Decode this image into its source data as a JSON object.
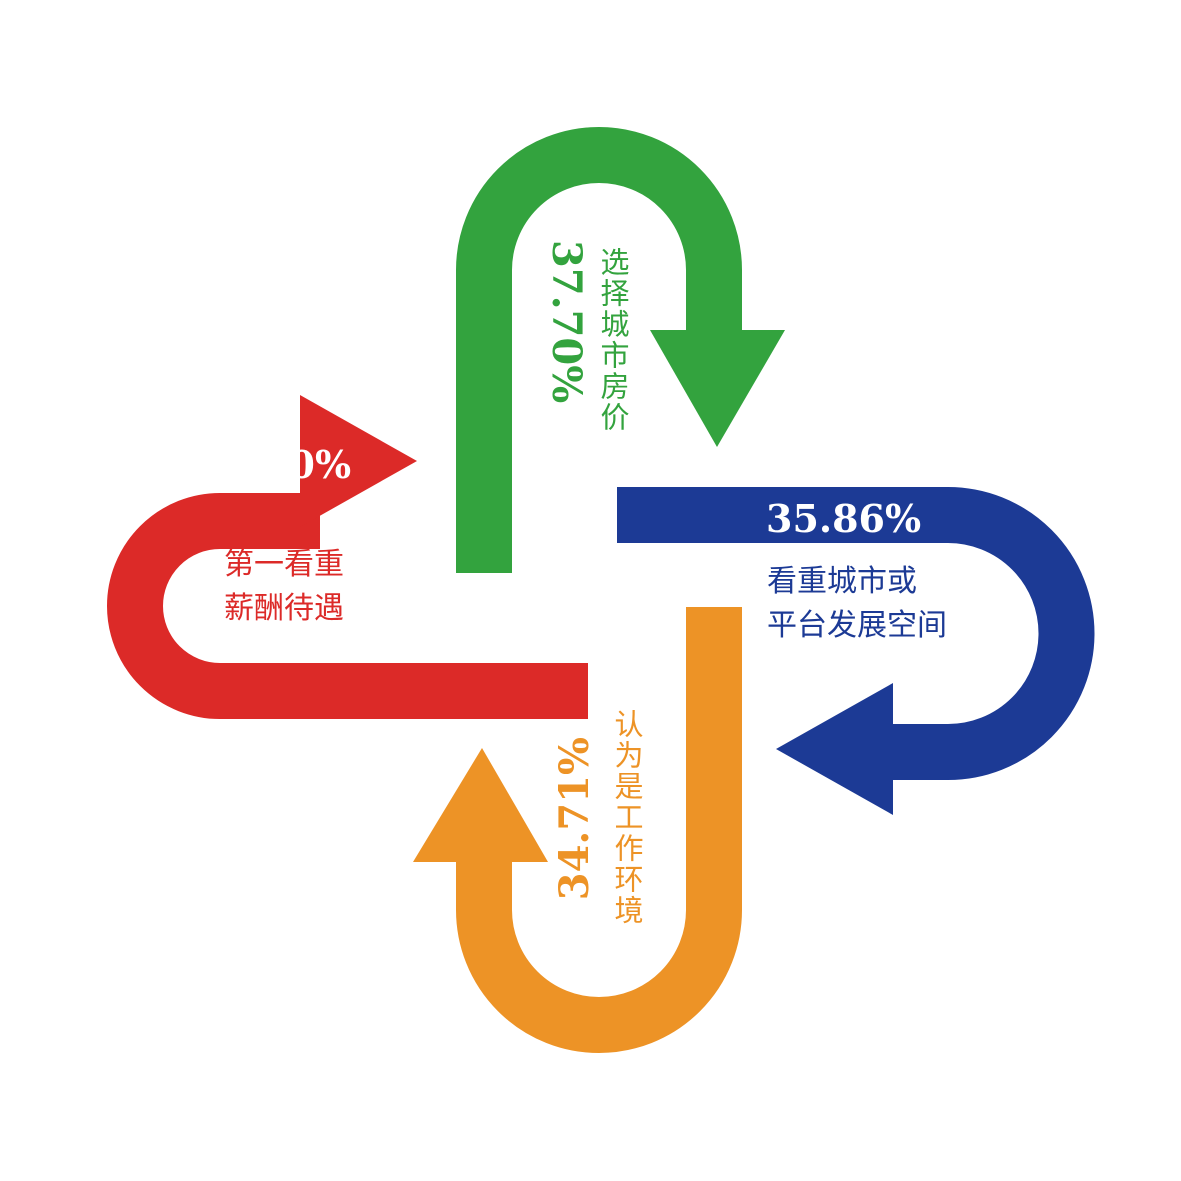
{
  "colors": {
    "red": "#dc2a28",
    "green": "#33a33e",
    "blue": "#1c3a95",
    "orange": "#ed9326",
    "text_on_arrow": "#ffffff"
  },
  "arrows": {
    "red": {
      "percent": "46.90%",
      "label_line1": "第一看重",
      "label_line2": "薪酬待遇"
    },
    "green": {
      "percent": "37.70%",
      "label": "选择城市房价"
    },
    "blue": {
      "percent": "35.86%",
      "label_line1": "看重城市或",
      "label_line2": "平台发展空间"
    },
    "orange": {
      "percent": "34.71%",
      "label": "认为是工作环境"
    }
  }
}
